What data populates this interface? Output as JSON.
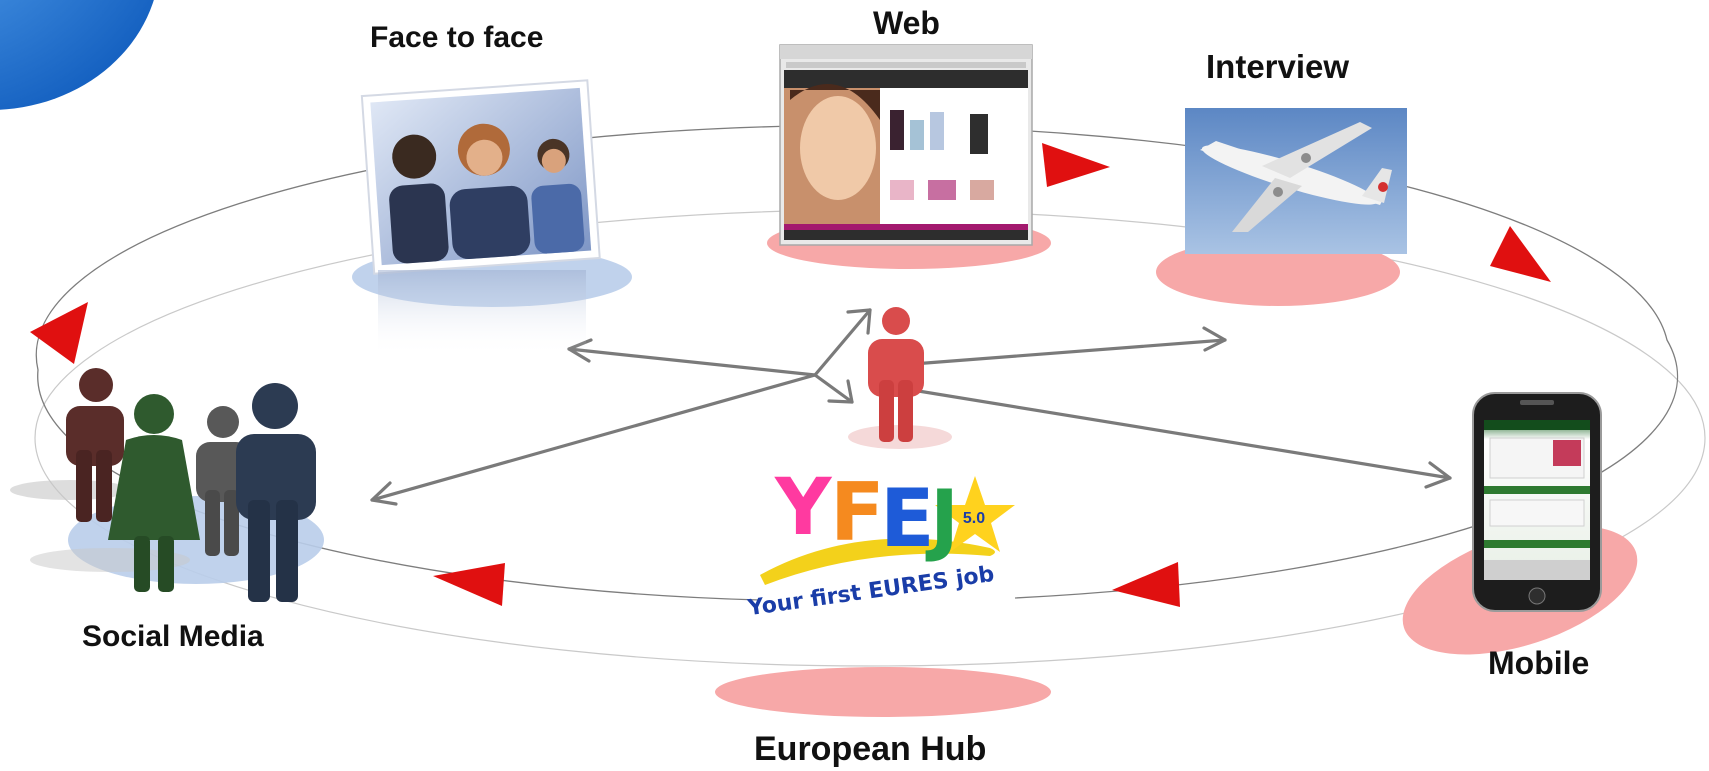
{
  "labels": {
    "face_to_face": "Face to face",
    "web": "Web",
    "interview": "Interview",
    "social_media": "Social Media",
    "mobile": "Mobile",
    "european_hub": "European Hub"
  },
  "logo": {
    "letters": [
      "Y",
      "F",
      "E",
      "J"
    ],
    "version": "5.0",
    "tagline": "Your first EURES job"
  },
  "colors": {
    "corner_accent": "#2a7fd8",
    "cycle_arrow": "#e01010",
    "spoke_arrow": "#7a7a7a",
    "pink_disc": "#f7a8a8",
    "blue_disc": "#b9cdea",
    "person_red": "#d94c4c",
    "logo_y": "#ff3aa0",
    "logo_f": "#f58a1f",
    "logo_e": "#1e5bd8",
    "logo_j": "#25a24c",
    "logo_star": "#ffd21e",
    "logo_swoosh": "#f3d11b",
    "logo_tagline": "#1a3da8"
  },
  "icons": [
    "face-to-face-photo",
    "web-page-screenshot",
    "airplane-photo",
    "social-media-people-icon",
    "mobile-phone-icon",
    "central-person-icon",
    "yfej-logo"
  ]
}
